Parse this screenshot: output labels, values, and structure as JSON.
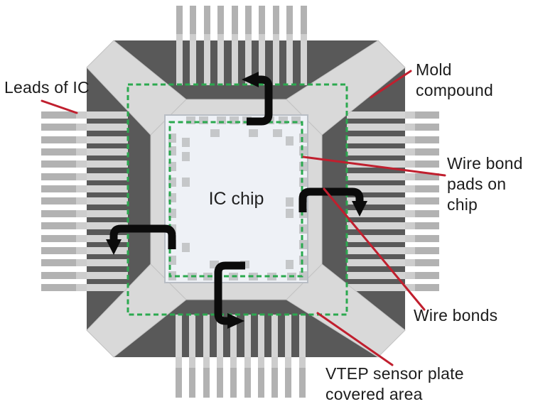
{
  "labels": {
    "leads_of_ic": "Leads of IC",
    "mold_compound": "Mold\ncompound",
    "wire_bond_pads": "Wire bond\npads on chip",
    "wire_bonds": "Wire bonds",
    "vtep_area": "VTEP sensor plate\ncovered area",
    "ic_chip": "IC chip"
  },
  "colors": {
    "mold_compound": "#595959",
    "bevel_and_ring": "#d9d9d9",
    "ring_edge": "#c2c2c2",
    "chip_fill": "#eef1f6",
    "chip_edge": "#b8bdc4",
    "pad": "#c5c7c9",
    "lead": "#b2b2b2",
    "lead_tip": "#cdcdcd",
    "lead_inner": "#d4d4d4",
    "sensor_outline": "#2ba94f",
    "callout_line": "#c01f2e",
    "wire_bond": "#0b0b0b",
    "text": "#1c1c1c",
    "background": "#ffffff"
  }
}
